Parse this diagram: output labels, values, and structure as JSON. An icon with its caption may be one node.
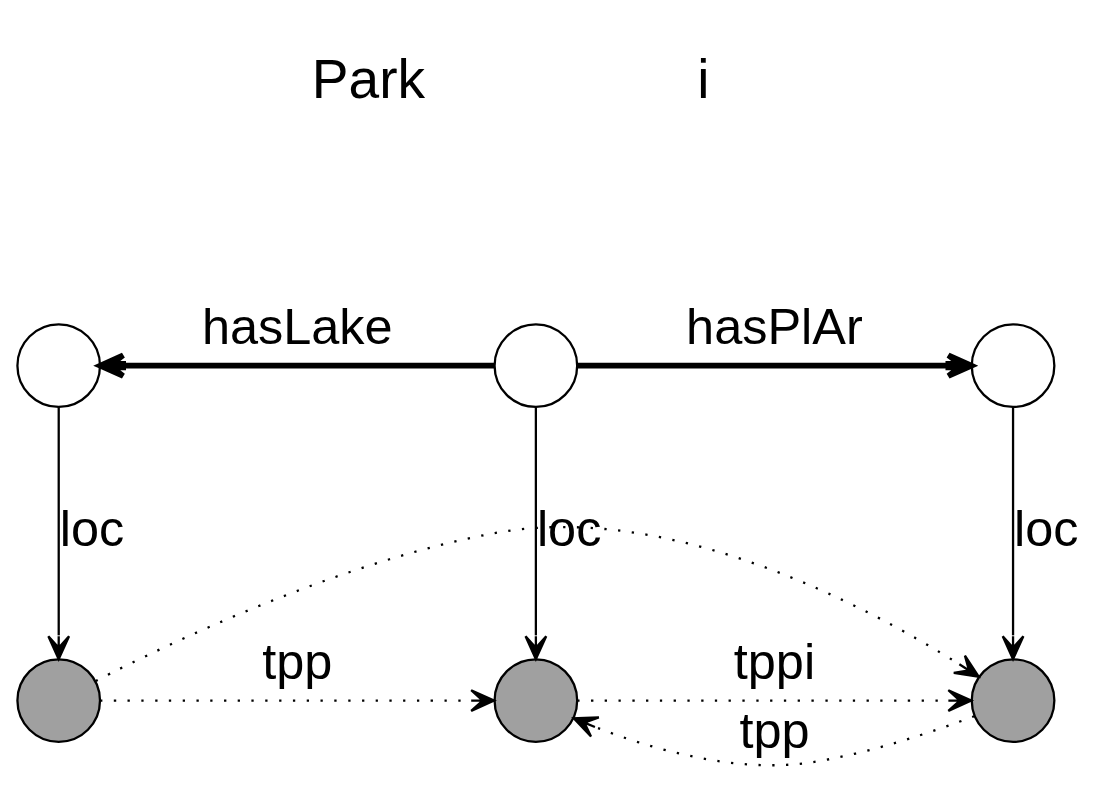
{
  "diagram": {
    "nodes": [
      {
        "text": [],
        "shape": "circle"
      },
      {
        "text": [],
        "shape": "circle"
      },
      {
        "text": [],
        "shape": "circle"
      },
      {
        "text": [],
        "shape": "circle"
      },
      {
        "text": [],
        "shape": "circle"
      },
      {
        "text": [],
        "shape": "circle"
      }
    ],
    "edges": [
      {
        "from": 1,
        "to": 0,
        "arrow": "to",
        "label": "hasLake",
        "style": "thick"
      },
      {
        "from": 1,
        "to": 2,
        "arrow": "to",
        "label": "hasPlAr",
        "style": "thick"
      },
      {
        "from": 0,
        "to": 3,
        "arrow": "to",
        "label": "loc"
      },
      {
        "from": 1,
        "to": 4,
        "arrow": "to",
        "label": "loc"
      },
      {
        "from": 2,
        "to": 5,
        "arrow": "to",
        "label": "loc"
      },
      {
        "from": 3,
        "to": 4,
        "arrow": "to",
        "label": "tpp",
        "style": "dashed"
      },
      {
        "from": 5,
        "to": 4,
        "arrow": "to",
        "label": "tpp",
        "style": "dashed"
      },
      {
        "from": 4,
        "to": 5,
        "arrow": "to",
        "label": "tppi",
        "style": "dashed"
      },
      {
        "from": 3,
        "to": 5,
        "arrow": "to",
        "style": "dashed"
      }
    ],
    "labels": [
      "Park",
      "i"
    ]
  }
}
